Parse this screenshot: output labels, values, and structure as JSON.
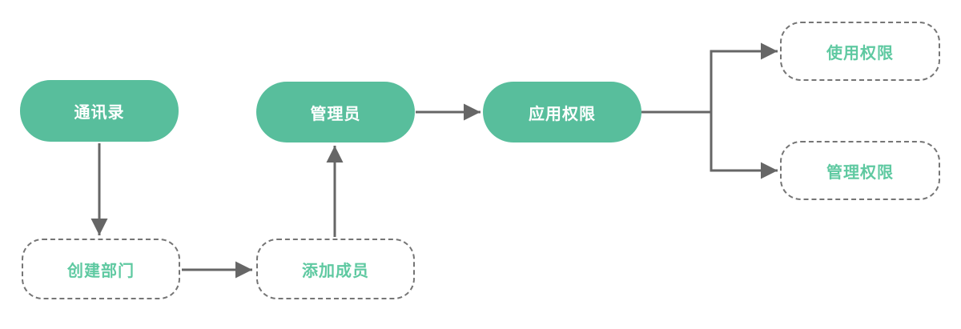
{
  "diagram": {
    "type": "flowchart",
    "colors": {
      "solid_node_fill": "#58BE9C",
      "solid_node_text": "#FFFFFF",
      "dashed_node_text": "#5FC9A1",
      "dashed_node_border": "#757575",
      "arrow": "#666666",
      "background": "#FFFFFF"
    },
    "nodes": {
      "contacts": {
        "label": "通讯录",
        "style": "solid"
      },
      "admin": {
        "label": "管理员",
        "style": "solid"
      },
      "app_permission": {
        "label": "应用权限",
        "style": "solid"
      },
      "use_permission": {
        "label": "使用权限",
        "style": "dashed"
      },
      "manage_permission": {
        "label": "管理权限",
        "style": "dashed"
      },
      "create_department": {
        "label": "创建部门",
        "style": "dashed"
      },
      "add_members": {
        "label": "添加成员",
        "style": "dashed"
      }
    },
    "edges": [
      {
        "from": "通讯录",
        "to": "创建部门"
      },
      {
        "from": "创建部门",
        "to": "添加成员"
      },
      {
        "from": "添加成员",
        "to": "管理员"
      },
      {
        "from": "管理员",
        "to": "应用权限"
      },
      {
        "from": "应用权限",
        "to": "使用权限"
      },
      {
        "from": "应用权限",
        "to": "管理权限"
      }
    ]
  }
}
